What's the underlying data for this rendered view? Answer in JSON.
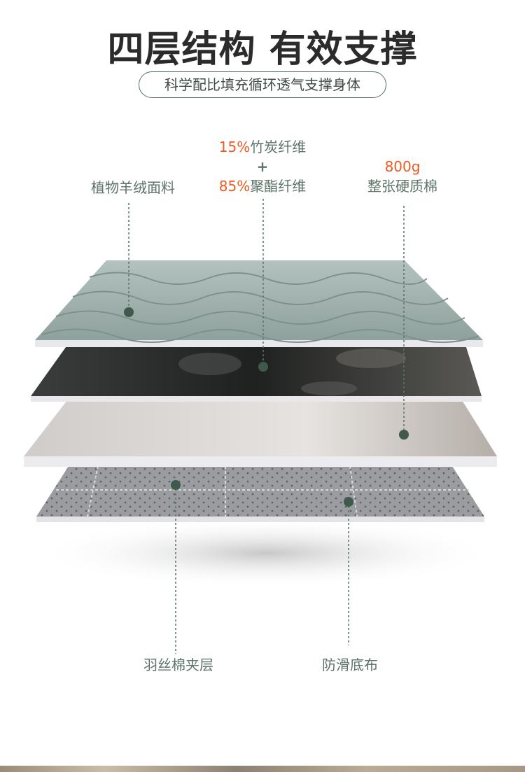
{
  "header": {
    "title": "四层结构 有效支撑",
    "subtitle": "科学配比填充循环透气支撑身体"
  },
  "callouts": {
    "fabric": {
      "label": "植物羊绒面料"
    },
    "fiber": {
      "line1_percent": "15%",
      "line1_text": "竹炭纤维",
      "plus": "+",
      "line2_percent": "85%",
      "line2_text": "聚酯纤维"
    },
    "cotton": {
      "weight": "800g",
      "label": "整张硬质棉"
    },
    "silk_layer": {
      "label": "羽丝棉夹层"
    },
    "base": {
      "label": "防滑底布"
    }
  },
  "colors": {
    "accent": "#ea5b20",
    "label_text": "#5d7369",
    "dot": "#3f5a4b",
    "top_layer": "#9fb0ad",
    "dark_layer": "#2a2d2c",
    "white_layer": "#ddd9d6",
    "bottom_layer": "#9c9ea0"
  }
}
